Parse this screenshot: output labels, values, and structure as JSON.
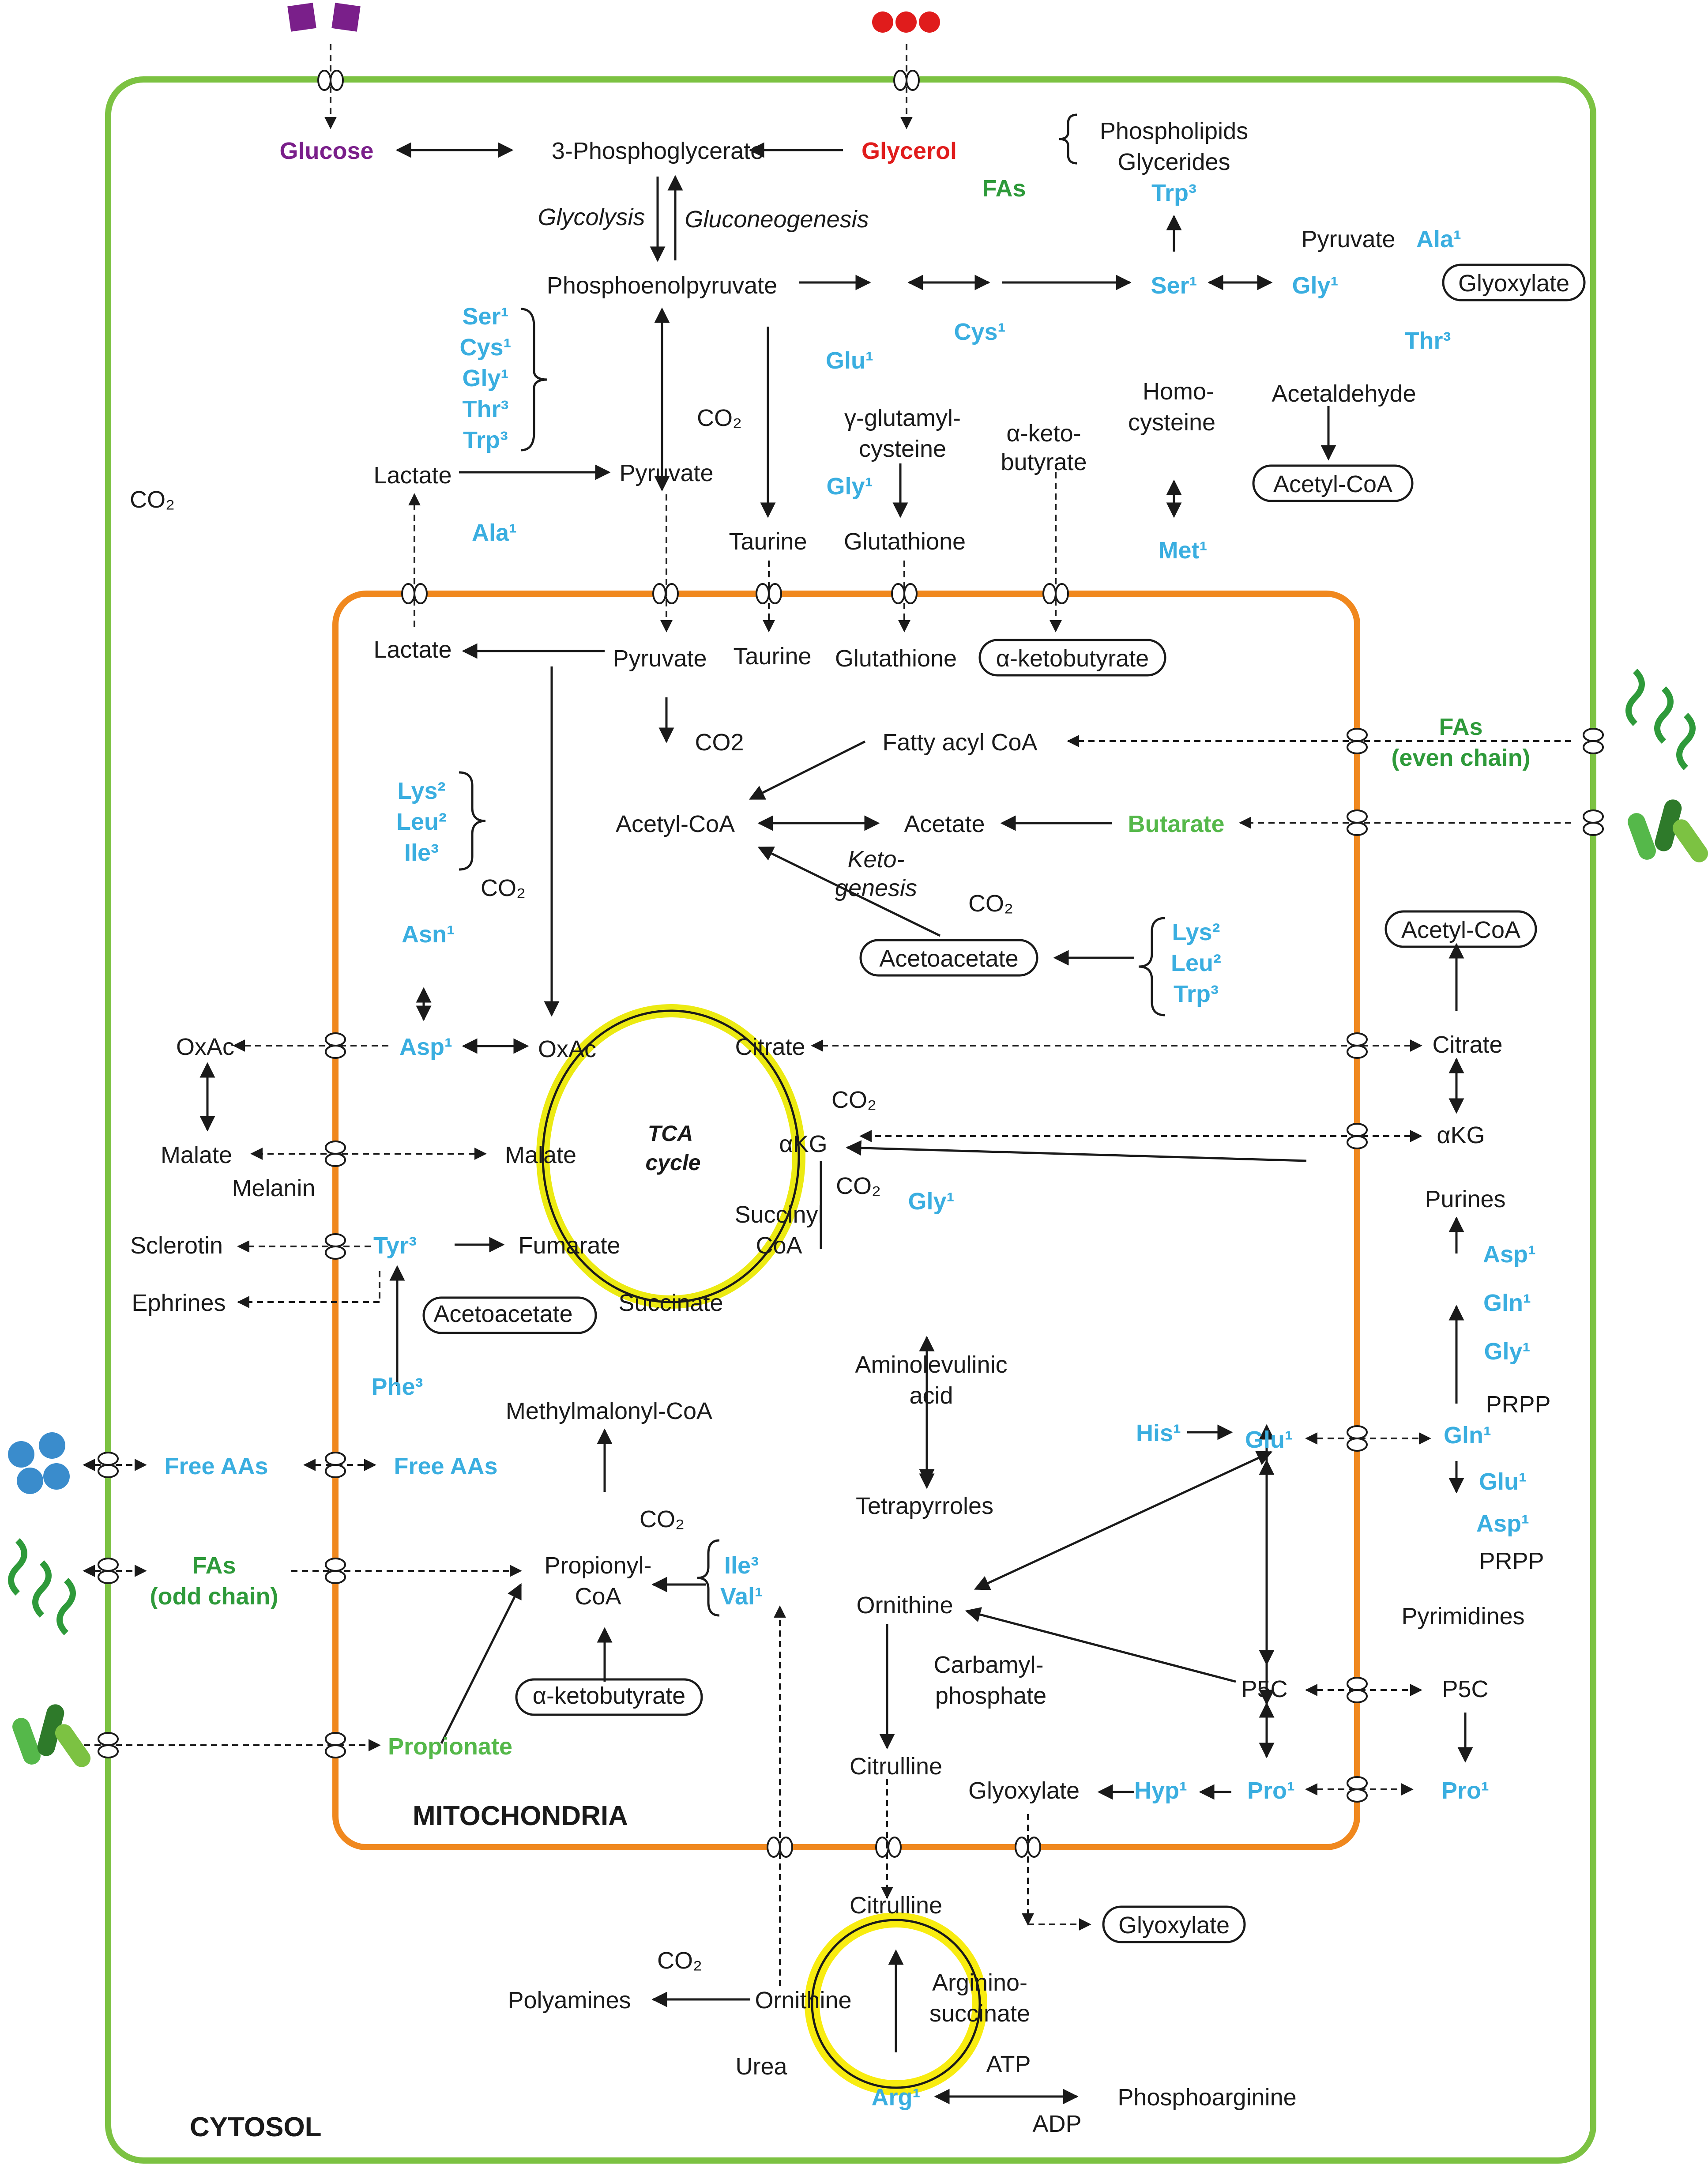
{
  "compartments": {
    "cytosol": "CYTOSOL",
    "mitochondria": "MITOCHONDRIA"
  },
  "cycles": {
    "tca": "TCA\ncycle"
  },
  "colors": {
    "cytosol_border": "#7cc242",
    "mito_border": "#f0881e",
    "cycle": "#ecea12",
    "amino_acid": "#3aaee0",
    "fatty_acid": "#2e9a3a",
    "glucose": "#7a1f8a",
    "glycerol": "#e01c1c"
  },
  "icons": {
    "glucose": "purple-squares-icon",
    "glycerol": "red-dots-icon",
    "free_aa": "blue-dots-icon",
    "fatty_acid": "green-squiggle-icon",
    "bacteria": "bacteria-icon"
  },
  "labels": {
    "glucose": "Glucose",
    "pg3": "3-Phosphoglycerate",
    "glycerol": "Glycerol",
    "phospholipids": "Phospholipids",
    "glycerides": "Glycerides",
    "fas": "FAs",
    "trp3": "Trp³",
    "glycolysis": "Glycolysis",
    "gluconeo": "Gluconeogenesis",
    "pep": "Phosphoenolpyruvate",
    "ser1": "Ser¹",
    "gly1": "Gly¹",
    "pyruvate_top": "Pyruvate",
    "ala1_top": "Ala¹",
    "glyoxylate_top": "Glyoxylate",
    "thr3": "Thr³",
    "acetaldehyde": "Acetaldehyde",
    "acetylcoa_top": "Acetyl-CoA",
    "ser_list": [
      "Ser¹",
      "Cys¹",
      "Gly¹",
      "Thr³",
      "Trp³"
    ],
    "cys1": "Cys¹",
    "glu1_top": "Glu¹",
    "co2_cys": "CO₂",
    "ggc1": "γ-glutamyl-",
    "ggc2": "cysteine",
    "gly1_b": "Gly¹",
    "akb1": "α-keto-",
    "akb2": "butyrate",
    "homo1": "Homo-",
    "homo2": "cysteine",
    "met1": "Met¹",
    "co2_left": "CO₂",
    "lactate_c": "Lactate",
    "pyruvate_c": "Pyruvate",
    "ala1_c": "Ala¹",
    "taurine_c": "Taurine",
    "glutathione_c": "Glutathione",
    "lactate_m": "Lactate",
    "pyruvate_m": "Pyruvate",
    "taurine_m": "Taurine",
    "glutathione_m": "Glutathione",
    "akb_m": "α-ketobutyrate",
    "co2_pyr": "CO2",
    "fattyacyl": "Fatty acyl CoA",
    "fas_even1": "FAs",
    "fas_even2": "(even chain)",
    "llt": [
      "Lys²",
      "Leu²",
      "Ile³"
    ],
    "acetylcoa_m": "Acetyl-CoA",
    "acetate": "Acetate",
    "butarate": "Butarate",
    "keto1": "Keto-",
    "keto2": "genesis",
    "co2_acetate": "CO₂",
    "acetoacetate_m": "Acetoacetate",
    "llt2": [
      "Lys²",
      "Leu²",
      "Trp³"
    ],
    "acetylcoa_r": "Acetyl-CoA",
    "co2_mid": "CO₂",
    "asn1": "Asn¹",
    "asp1": "Asp¹",
    "oxac_m": "OxAc",
    "oxac_c": "OxAc",
    "citrate_m": "Citrate",
    "citrate_r": "Citrate",
    "akg_m": "αKG",
    "akg_r": "αKG",
    "co2_cit": "CO₂",
    "co2_akg": "CO₂",
    "succ1": "Succinyl",
    "succ2": "CoA",
    "gly1_succ": "Gly¹",
    "malate_c": "Malate",
    "malate_m": "Malate",
    "melanin": "Melanin",
    "sclerotin": "Sclerotin",
    "tyr3": "Tyr³",
    "fumarate": "Fumarate",
    "ephrines": "Ephrines",
    "acetoacetate_tyr": "Acetoacetate",
    "succinate": "Succinate",
    "phe3": "Phe³",
    "ala1_acid": "Aminolevulinic",
    "ala2_acid": "acid",
    "tetrapyrroles": "Tetrapyrroles",
    "purines": "Purines",
    "asp_pur": "Asp¹",
    "gln_pur": "Gln¹",
    "gly_pur": "Gly¹",
    "prpp_top": "PRPP",
    "methylmal": "Methylmalonyl-CoA",
    "free_aa_c": "Free AAs",
    "free_aa_m": "Free AAs",
    "his1": "His¹",
    "glu1_m": "Glu¹",
    "gln1_r": "Gln¹",
    "glu1_r": "Glu¹",
    "asp1_r": "Asp¹",
    "prpp_bot": "PRPP",
    "pyrimidines": "Pyrimidines",
    "co2_prop": "CO₂",
    "fas_odd1": "FAs",
    "fas_odd2": "(odd chain)",
    "propcoa1": "Propionyl-",
    "propcoa2": "CoA",
    "ile3": "Ile³",
    "val1": "Val¹",
    "ornithine_m": "Ornithine",
    "carb1": "Carbamyl-",
    "carb2": "phosphate",
    "p5c_m": "P5C",
    "p5c_r": "P5C",
    "akb_box": "α-ketobutyrate",
    "propionate": "Propionate",
    "citrulline_m": "Citrulline",
    "glyoxylate_m": "Glyoxylate",
    "hyp1": "Hyp¹",
    "pro1_m": "Pro¹",
    "pro1_r": "Pro¹",
    "citrulline_c": "Citrulline",
    "glyoxylate_c": "Glyoxylate",
    "co2_orn": "CO₂",
    "polyamines": "Polyamines",
    "ornithine_c": "Ornithine",
    "argsucc1": "Arginino-",
    "argsucc2": "succinate",
    "urea": "Urea",
    "atp": "ATP",
    "arg1": "Arg¹",
    "phosphoarg": "Phosphoarginine",
    "adp": "ADP"
  }
}
